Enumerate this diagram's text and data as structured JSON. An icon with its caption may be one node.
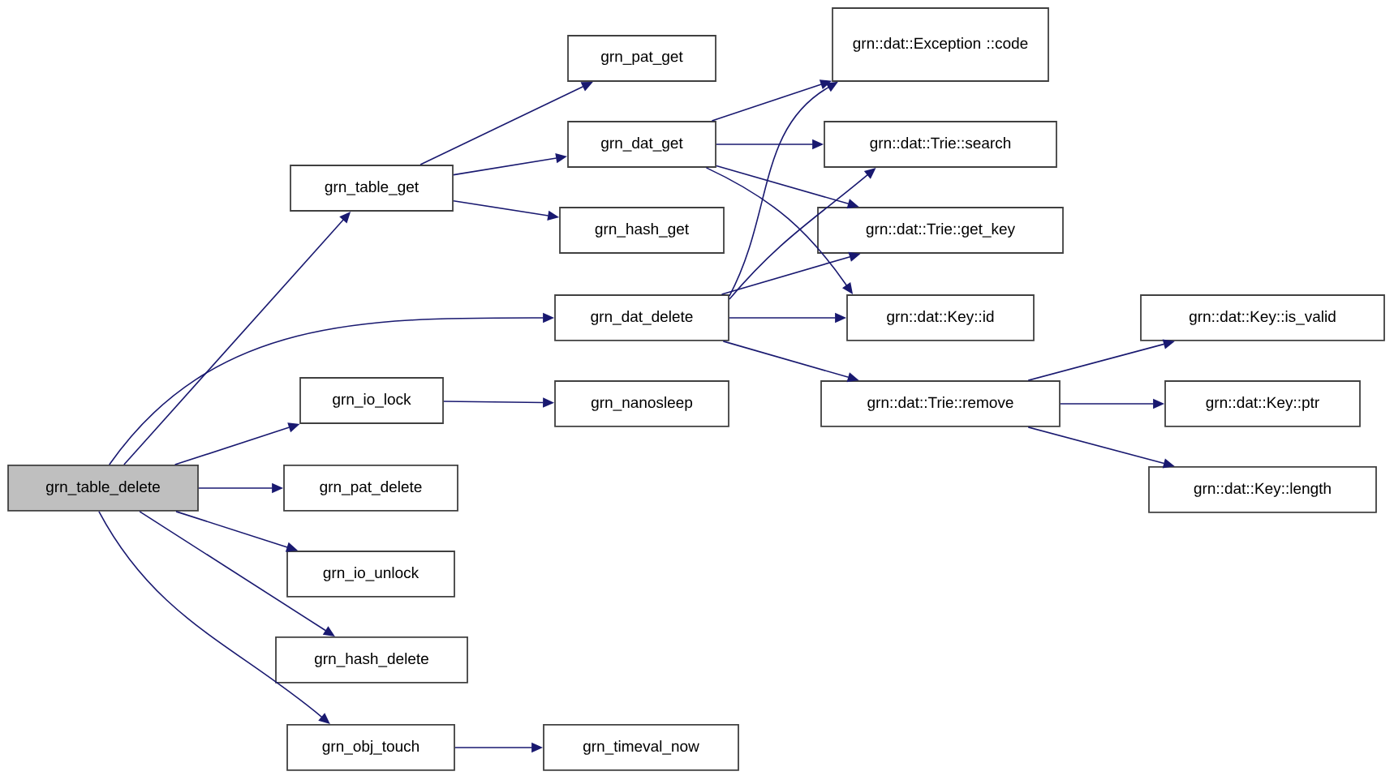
{
  "diagram": {
    "nodes": [
      {
        "text": [
          "grn_table_delete"
        ]
      },
      {
        "text": [
          "grn_table_get"
        ]
      },
      {
        "text": [
          "grn_pat_get"
        ]
      },
      {
        "text": [
          "grn_dat_get"
        ]
      },
      {
        "text": [
          "grn_hash_get"
        ]
      },
      {
        "text": [
          "grn_dat_delete"
        ]
      },
      {
        "text": [
          "grn_io_lock"
        ]
      },
      {
        "text": [
          "grn_nanosleep"
        ]
      },
      {
        "text": [
          "grn_pat_delete"
        ]
      },
      {
        "text": [
          "grn_io_unlock"
        ]
      },
      {
        "text": [
          "grn_hash_delete"
        ]
      },
      {
        "text": [
          "grn_obj_touch"
        ]
      },
      {
        "text": [
          "grn_timeval_now"
        ]
      },
      {
        "text": [
          "grn::dat::Exception ::code"
        ]
      },
      {
        "text": [
          "grn::dat::Trie::search"
        ]
      },
      {
        "text": [
          "grn::dat::Trie::get_key"
        ]
      },
      {
        "text": [
          "grn::dat::Key::id"
        ]
      },
      {
        "text": [
          "grn::dat::Trie::remove"
        ]
      },
      {
        "text": [
          "grn::dat::Key::is_valid"
        ]
      },
      {
        "text": [
          "grn::dat::Key::ptr"
        ]
      },
      {
        "text": [
          "grn::dat::Key::length"
        ]
      }
    ],
    "edges": [
      {
        "from": 0,
        "to": 1,
        "arrow": "to"
      },
      {
        "from": 0,
        "to": 5,
        "arrow": "to"
      },
      {
        "from": 0,
        "to": 6,
        "arrow": "to"
      },
      {
        "from": 0,
        "to": 8,
        "arrow": "to"
      },
      {
        "from": 0,
        "to": 9,
        "arrow": "to"
      },
      {
        "from": 0,
        "to": 10,
        "arrow": "to"
      },
      {
        "from": 0,
        "to": 11,
        "arrow": "to"
      },
      {
        "from": 1,
        "to": 2,
        "arrow": "to"
      },
      {
        "from": 1,
        "to": 3,
        "arrow": "to"
      },
      {
        "from": 1,
        "to": 4,
        "arrow": "to"
      },
      {
        "from": 3,
        "to": 13,
        "arrow": "to"
      },
      {
        "from": 3,
        "to": 14,
        "arrow": "to"
      },
      {
        "from": 3,
        "to": 15,
        "arrow": "to"
      },
      {
        "from": 3,
        "to": 16,
        "arrow": "to"
      },
      {
        "from": 5,
        "to": 13,
        "arrow": "to"
      },
      {
        "from": 5,
        "to": 14,
        "arrow": "to"
      },
      {
        "from": 5,
        "to": 15,
        "arrow": "to"
      },
      {
        "from": 5,
        "to": 16,
        "arrow": "to"
      },
      {
        "from": 5,
        "to": 17,
        "arrow": "to"
      },
      {
        "from": 6,
        "to": 7,
        "arrow": "to"
      },
      {
        "from": 11,
        "to": 12,
        "arrow": "to"
      },
      {
        "from": 17,
        "to": 18,
        "arrow": "to"
      },
      {
        "from": 17,
        "to": 19,
        "arrow": "to"
      },
      {
        "from": 17,
        "to": 20,
        "arrow": "to"
      }
    ]
  }
}
